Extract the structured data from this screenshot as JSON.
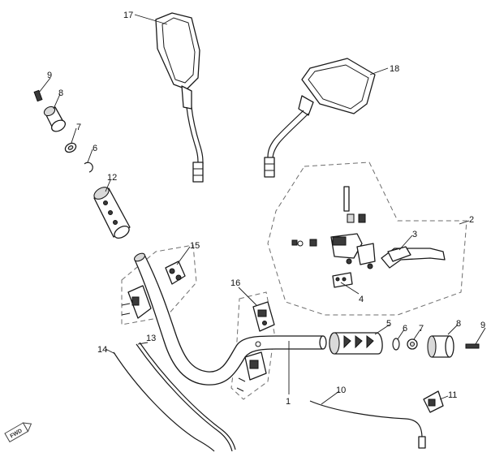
{
  "diagram": {
    "callouts": [
      "1",
      "2",
      "3",
      "4",
      "5",
      "6",
      "7",
      "8",
      "9",
      "10",
      "11",
      "12",
      "13",
      "14",
      "15",
      "16",
      "17",
      "18"
    ],
    "parts": {
      "right_grip_assembly": {
        "nut": "9",
        "weight": "8",
        "washer": "7",
        "circlip": "6",
        "grip": "5"
      },
      "left_grip_assembly": {
        "nut": "9",
        "weight": "8",
        "washer": "7",
        "circlip": "6",
        "grip": "12"
      }
    },
    "fwd_marker": "FWD",
    "line_color": "#1a1a1a",
    "group_outline_color": "#6e6e6e"
  }
}
